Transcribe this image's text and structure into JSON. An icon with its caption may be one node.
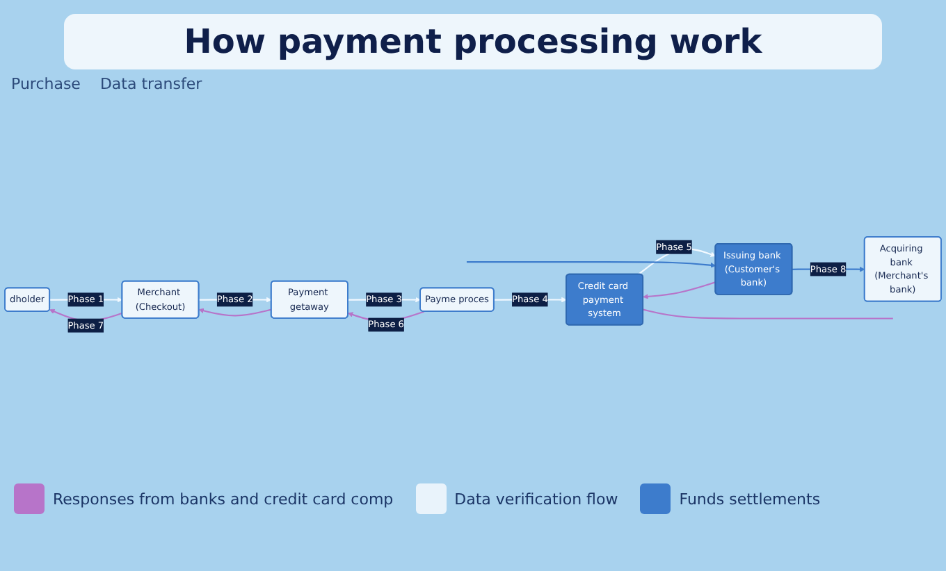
{
  "diagram": {
    "title": "How payment processing work",
    "nodes": [
      {
        "text": [
          "dholder"
        ]
      },
      {
        "text": [
          "Merchant (Checkout)"
        ]
      },
      {
        "text": [
          "Payment getaway"
        ]
      },
      {
        "text": [
          "Payme proces"
        ]
      },
      {
        "text": [
          "Issuing bank (Customer's bank)"
        ]
      },
      {
        "text": [
          "Credit card payment system"
        ]
      },
      {
        "text": [
          "Acquiring bank (Merchant's bank)"
        ]
      }
    ],
    "edges": [
      {
        "from": 0,
        "to": 1,
        "arrow": "to",
        "label": "Phase 1"
      },
      {
        "from": 1,
        "to": 0,
        "arrow": "to",
        "label": "Phase 7",
        "color": "#b774c9"
      },
      {
        "from": 1,
        "to": 2,
        "arrow": "to",
        "label": "Phase 2"
      },
      {
        "from": 2,
        "to": 1,
        "arrow": "to",
        "color": "#b774c9"
      },
      {
        "from": 2,
        "to": 3,
        "arrow": "to",
        "label": "Phase 3"
      },
      {
        "from": 3,
        "to": 2,
        "arrow": "to",
        "label": "Phase 6",
        "color": "#b774c9"
      },
      {
        "from": 3,
        "to": 5,
        "arrow": "to",
        "label": "Phase 4"
      },
      {
        "from": 5,
        "to": 4,
        "arrow": "to",
        "label": "Phase 5"
      },
      {
        "from": 4,
        "to": 5,
        "arrow": "to",
        "color": "#b774c9"
      },
      {
        "from": 5,
        "to": null,
        "arrow": "none",
        "color": "#b774c9"
      },
      {
        "from": null,
        "to": 4,
        "arrow": "to",
        "color": "#3d7ccc"
      },
      {
        "from": 4,
        "to": 6,
        "arrow": "to",
        "label": "Phase 8",
        "color": "#3d7ccc"
      }
    ],
    "labels": [
      "Purchase",
      "Data transfer"
    ],
    "legend": [
      {
        "text": "Responses from banks and credit card comp",
        "color": "#b774c9"
      },
      {
        "text": "Data verification flow",
        "color": "#e9f3fb"
      },
      {
        "text": "Funds settlements",
        "color": "#3d7ccc"
      }
    ]
  }
}
